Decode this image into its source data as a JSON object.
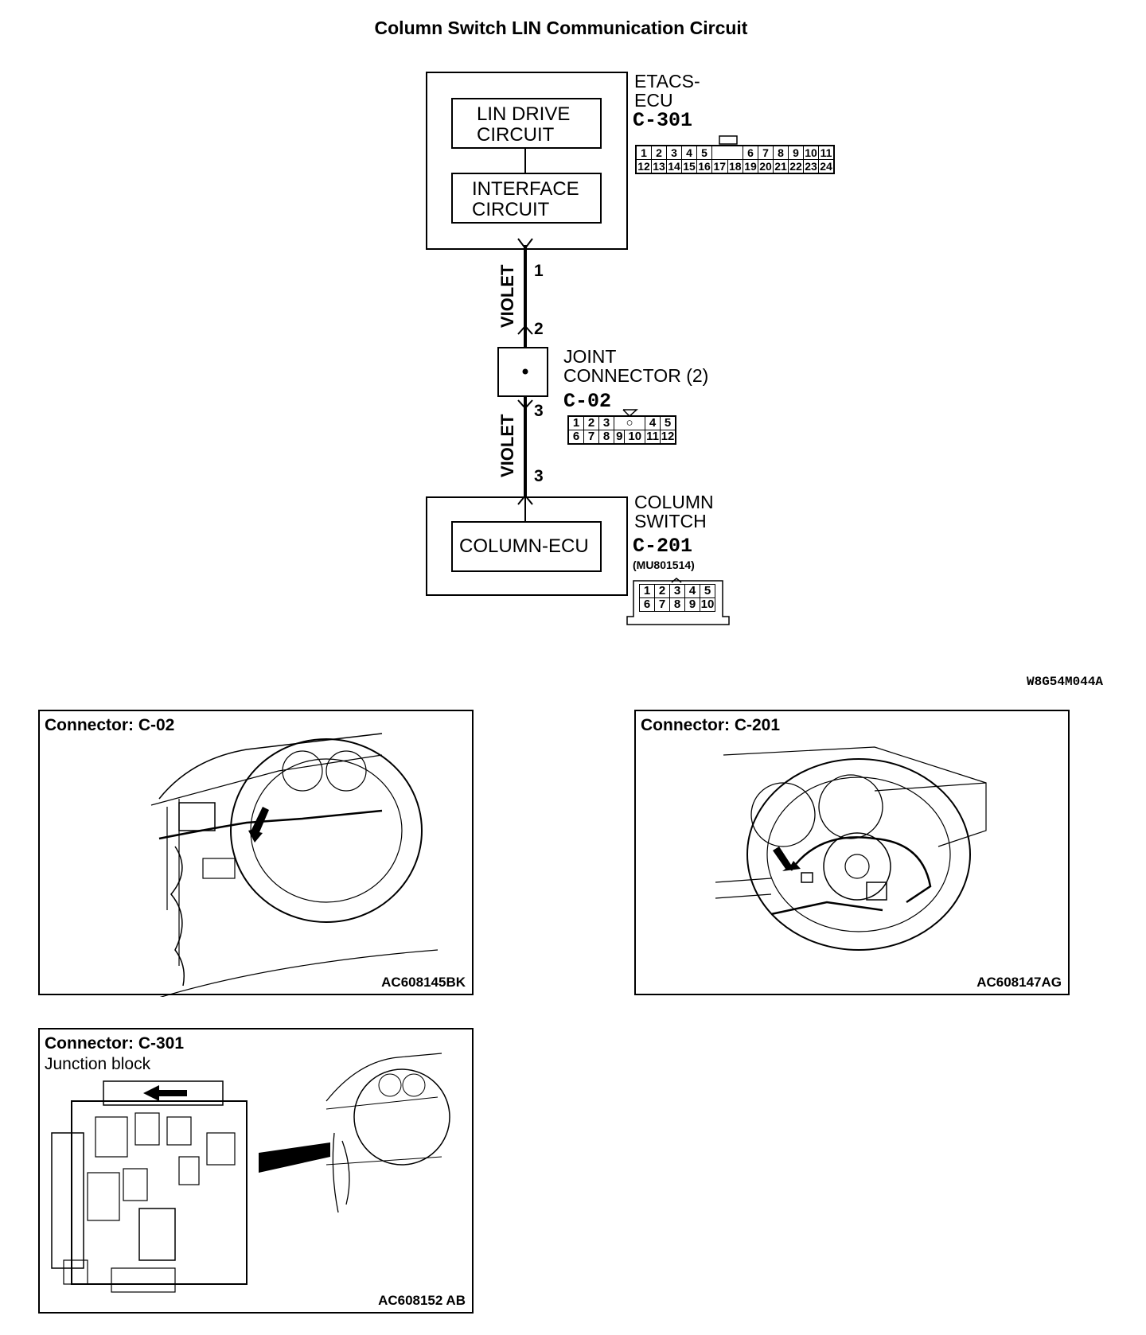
{
  "title": "Column Switch LIN Communication Circuit",
  "etacs": {
    "name_line1": "ETACS-",
    "name_line2": "ECU",
    "connector": "C-301",
    "block1_line1": "LIN DRIVE",
    "block1_line2": "CIRCUIT",
    "block2_line1": "INTERFACE",
    "block2_line2": "CIRCUIT",
    "pins_row1": [
      "1",
      "2",
      "3",
      "4",
      "5",
      "",
      "6",
      "7",
      "8",
      "9",
      "10",
      "11"
    ],
    "pins_row2": [
      "12",
      "13",
      "14",
      "15",
      "16",
      "17",
      "18",
      "19",
      "20",
      "21",
      "22",
      "23",
      "24"
    ]
  },
  "wire1": {
    "color": "VIOLET",
    "pin_top": "1",
    "pin_bottom": "2"
  },
  "joint": {
    "name_line1": "JOINT",
    "name_line2": "CONNECTOR (2)",
    "connector": "C-02",
    "pins_row1": [
      "1",
      "2",
      "3",
      "",
      "4",
      "5"
    ],
    "pins_row2": [
      "6",
      "7",
      "8",
      "9",
      "10",
      "11",
      "12"
    ]
  },
  "wire2": {
    "color": "VIOLET",
    "pin_top": "3",
    "pin_bottom": "3"
  },
  "column": {
    "name_line1": "COLUMN",
    "name_line2": "SWITCH",
    "connector": "C-201",
    "part_no": "(MU801514)",
    "block": "COLUMN-ECU",
    "pins_row1": [
      "1",
      "2",
      "3",
      "4",
      "5"
    ],
    "pins_row2": [
      "6",
      "7",
      "8",
      "9",
      "10"
    ]
  },
  "diagram_code": "W8G54M044A",
  "panels": [
    {
      "title": "Connector: C-02",
      "code": "AC608145BK"
    },
    {
      "title": "Connector: C-201",
      "code": "AC608147AG"
    },
    {
      "title": "Connector: C-301",
      "subtitle": "Junction block",
      "code": "AC608152 AB"
    }
  ]
}
